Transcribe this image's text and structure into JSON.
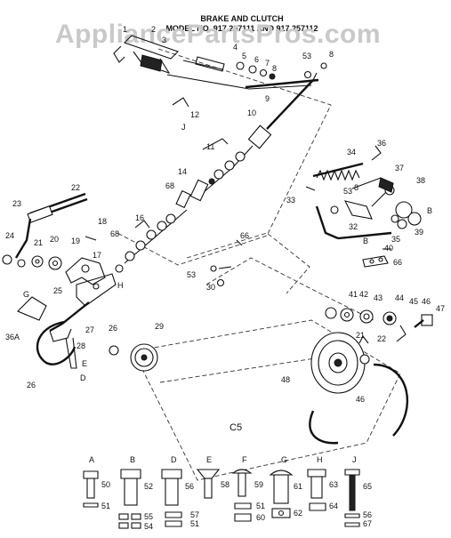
{
  "watermark": "AppliancePartsPros.com",
  "title": {
    "line1": "BRAKE AND CLUTCH",
    "line2": "MODEL NO. 917.257111 AND 917.257112"
  },
  "center_code": "C5",
  "callouts": {
    "c1": "1",
    "c2": "2",
    "c3": "3",
    "c4": "4",
    "c5": "5",
    "c6": "6",
    "c7": "7",
    "c8": "8",
    "c53a": "53",
    "c8b": "8",
    "c9": "9",
    "c10": "10",
    "c11": "11",
    "c12": "12",
    "cJ": "J",
    "c14": "14",
    "c68a": "68",
    "c16": "16",
    "c17": "17",
    "c18": "18",
    "c19": "19",
    "c20": "20",
    "c21": "21",
    "c22": "22",
    "c23": "23",
    "c24": "24",
    "c25": "25",
    "c26": "26",
    "c26b": "26",
    "c27": "27",
    "c28": "28",
    "c29": "29",
    "c30": "30",
    "c21b": "21",
    "c22b": "22",
    "c33": "33",
    "c34": "34",
    "c36": "36",
    "c37": "37",
    "c38": "38",
    "cB": "B",
    "c53b": "53",
    "c8c": "8",
    "c32": "32",
    "cB2": "B",
    "c35": "35",
    "c39": "39",
    "c40": "40",
    "c66a": "66",
    "c66b": "66",
    "c53c": "53",
    "c41": "41",
    "c42": "42",
    "c43": "43",
    "c44": "44",
    "c45": "45",
    "c46": "46",
    "c47": "47",
    "c48": "48",
    "c46b": "46",
    "cG": "G",
    "c36A": "36A",
    "cH": "H",
    "cE": "E",
    "cD": "D",
    "c68b": "68"
  },
  "hardware_legend": [
    {
      "letter": "A",
      "bolt_no": "50",
      "nut_no": "51"
    },
    {
      "letter": "B",
      "bolt_no": "52",
      "nut_no": "55",
      "washer_no": "54"
    },
    {
      "letter": "D",
      "bolt_no": "56",
      "nut_no": "57",
      "washer_no": "51"
    },
    {
      "letter": "E",
      "bolt_no": "58"
    },
    {
      "letter": "F",
      "bolt_no": "59",
      "nut_no": "51",
      "washer_no": "60"
    },
    {
      "letter": "G",
      "bolt_no": "61",
      "nut_no": "62"
    },
    {
      "letter": "H",
      "bolt_no": "63",
      "nut_no": "64"
    },
    {
      "letter": "J",
      "bolt_no": "65",
      "nut_no": "56",
      "washer_no": "67"
    }
  ]
}
